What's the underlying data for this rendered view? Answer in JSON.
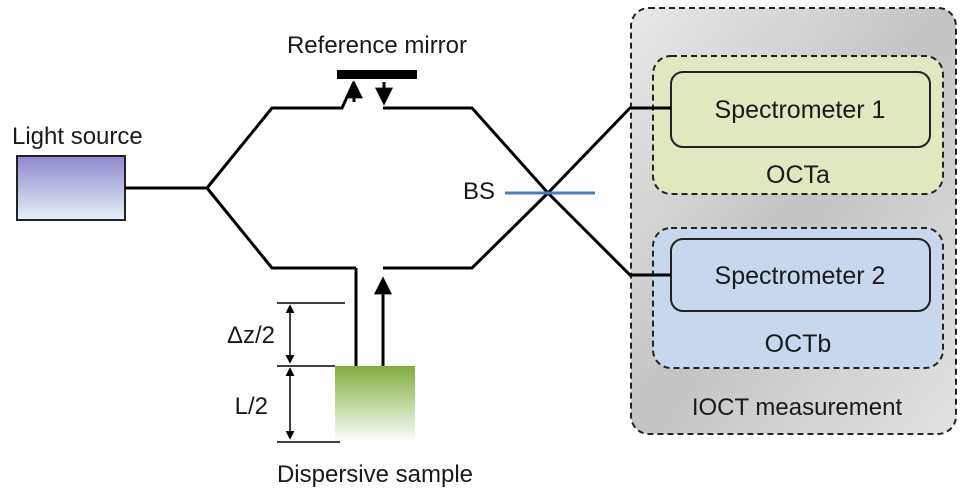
{
  "labels": {
    "reference_mirror": "Reference mirror",
    "light_source": "Light source",
    "bs": "BS",
    "dz": "Δz/2",
    "l": "L/2",
    "dispersive_sample": "Dispersive sample",
    "spectrometer_1": "Spectrometer 1",
    "spectrometer_2": "Spectrometer 2",
    "octa": "OCTa",
    "octb": "OCTb",
    "ioct": "IOCT measurement"
  },
  "colors": {
    "line": "#000000",
    "beam_splitter": "#4a7fb5",
    "octa_fill": "#dfe8bf",
    "octb_fill": "#c7d8ee",
    "ioct_fill": "#d6d6d6",
    "light_source_top": "#8e88cc",
    "light_source_bottom": "#e6f0f8",
    "sample_top": "#7fae3e",
    "sample_bottom": "#ffffff"
  }
}
